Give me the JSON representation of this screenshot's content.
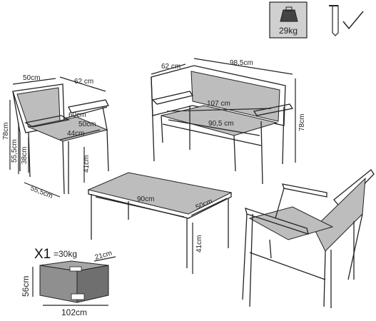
{
  "icons": {
    "weight_label": "29kg",
    "weight_icon": "weight-icon",
    "tool_icon": "allen-key-icon",
    "check_icon": "checkmark-icon"
  },
  "armchair": {
    "width": "50cm",
    "depth_top": "62 cm",
    "seat_depth": "60cm",
    "seat_width_inner": "50cm",
    "seat_width": "44cm",
    "height": "78cm",
    "seat_height": "55,5cm",
    "arm_height": "38cm",
    "leg_height": "41cm",
    "base_depth": "55,5cm"
  },
  "bench": {
    "depth": "62 cm",
    "width": "98,5cm",
    "inner_width": "107 cm",
    "seat_width": "90,5 cm",
    "height": "78cm"
  },
  "table": {
    "length": "90cm",
    "width": "50cm",
    "height": "41cm"
  },
  "package": {
    "count": "X1",
    "weight": "=30kg",
    "depth": "21cm",
    "height": "56cm",
    "length": "102cm"
  },
  "colors": {
    "seat_fill": "#bdbdbd",
    "line": "#222222",
    "box": "#8f8f8f"
  }
}
